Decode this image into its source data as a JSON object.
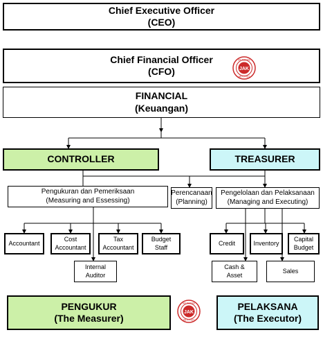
{
  "ceo": {
    "title": "Chief Executive Officer",
    "abbr": "(CEO)"
  },
  "cfo": {
    "title": "Chief Financial Officer",
    "abbr": "(CFO)"
  },
  "financial": {
    "title": "FINANCIAL",
    "sub": "(Keuangan)"
  },
  "controller": {
    "title": "CONTROLLER"
  },
  "treasurer": {
    "title": "TREASURER"
  },
  "measuring": {
    "line1": "Pengukuran dan Pemeriksaan",
    "line2": "(Measuring  and Essessing)"
  },
  "planning": {
    "line1": "Perencanaan",
    "line2": "(Planning)"
  },
  "managing": {
    "line1": "Pengelolaan dan Pelaksanaan",
    "line2": "(Managing and Executing)"
  },
  "controller_units": [
    {
      "l1": "Accountant",
      "l2": ""
    },
    {
      "l1": "Cost",
      "l2": "Accountant"
    },
    {
      "l1": "Tax",
      "l2": "Accountant"
    },
    {
      "l1": "Budget",
      "l2": "Staff"
    }
  ],
  "internal_auditor": {
    "l1": "Internal",
    "l2": "Auditor"
  },
  "treasurer_units": [
    {
      "l1": "Credit",
      "l2": ""
    },
    {
      "l1": "Inventory",
      "l2": ""
    },
    {
      "l1": "Capital",
      "l2": "Budget"
    }
  ],
  "cash_asset": {
    "l1": "Cash &",
    "l2": "Asset"
  },
  "sales": {
    "l1": "Sales"
  },
  "measurer": {
    "title": "PENGUKUR",
    "sub": "(The Measurer)"
  },
  "executor": {
    "title": "PELAKSANA",
    "sub": "(The Executor)"
  },
  "stamp": {
    "text": "JAK",
    "ring": "AKUNTANSI · ANTO · HUT",
    "color": "#cc2a2a"
  }
}
